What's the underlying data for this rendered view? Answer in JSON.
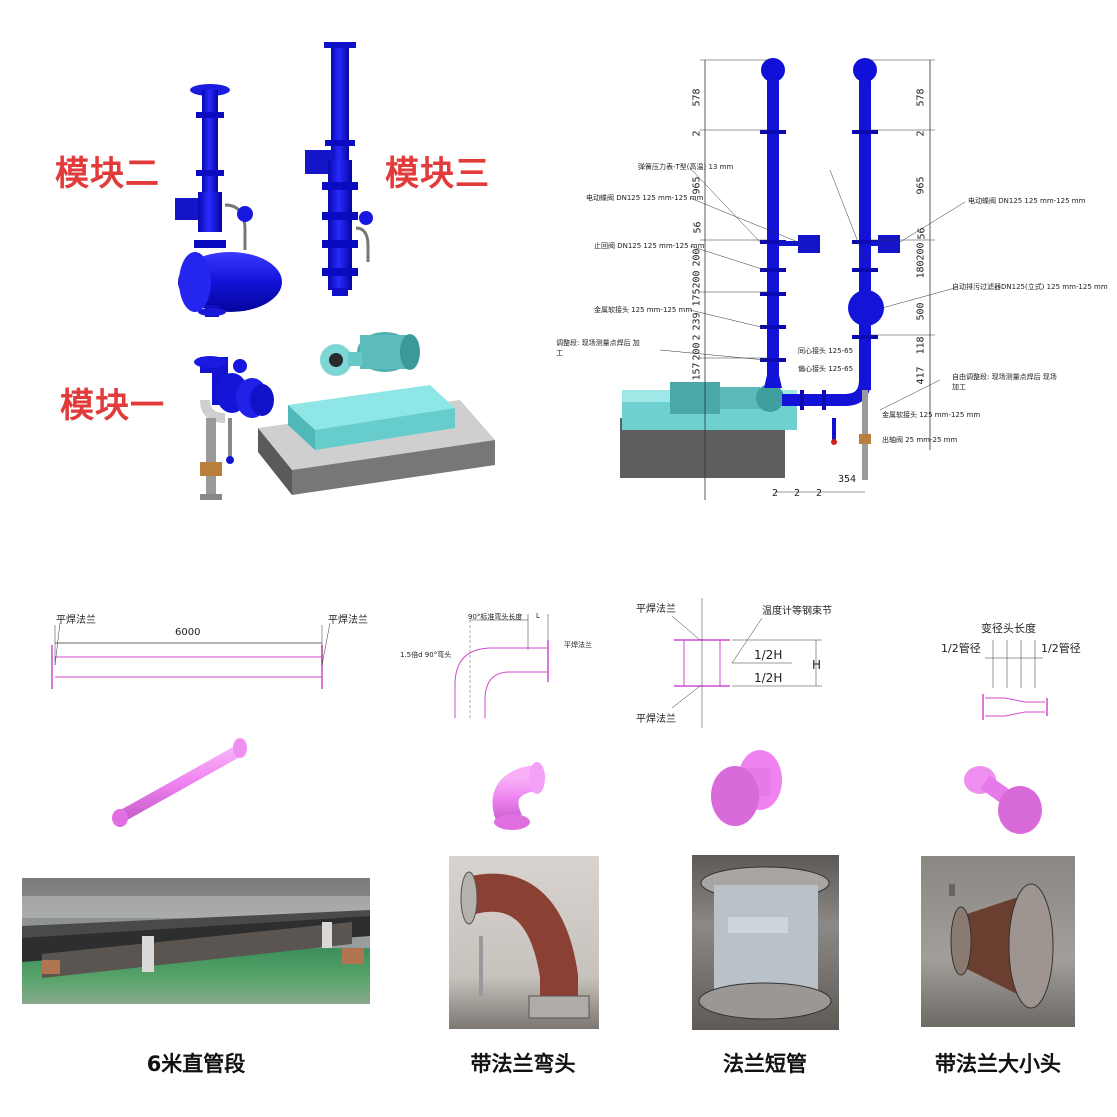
{
  "modules": {
    "m2": "模块二",
    "m3": "模块三",
    "m1": "模块一"
  },
  "drawing": {
    "dims_left": [
      "578",
      "2",
      "965",
      "56",
      "200",
      "200",
      "175",
      "239",
      "2",
      "200",
      "157"
    ],
    "dims_right": [
      "578",
      "2",
      "965",
      "56",
      "200",
      "180",
      "500",
      "118",
      "417"
    ],
    "dims_bottom": [
      "354",
      "2",
      "2",
      "2"
    ],
    "callouts": {
      "c1": "弹簧压力表-T型(高温) 13 mm",
      "c2": "电动蝶阀 DN125 125 mm-125 mm",
      "c3": "止回阀 DN125 125 mm-125 mm",
      "c4": "金属软接头 125 mm-125 mm",
      "c5": "调整段: 现场测量点焊后 加工",
      "c6": "电动蝶阀 DN125 125 mm-125 mm",
      "c7": "自动排污过滤器DN125(立式) 125 mm-125 mm",
      "c8": "同心接头 125-65",
      "c9": "偏心接头 125-65",
      "c10": "自由调整段: 现场测量点焊后 现场加工",
      "c11": "金属软接头 125 mm-125 mm",
      "c12": "出轴阀 25 mm-25 mm"
    }
  },
  "parts": {
    "straight": {
      "flange_left": "平焊法兰",
      "flange_right": "平焊法兰",
      "length": "6000",
      "caption": "6米直管段"
    },
    "elbow": {
      "top_label": "90°标准弯头长度",
      "l_label": "L",
      "left_label": "1.5倍d 90°弯头",
      "right_label": "平焊法兰",
      "caption": "带法兰弯头"
    },
    "spool": {
      "top_left": "平焊法兰",
      "top_right": "温度计等钢束节",
      "half1": "1/2H",
      "half2": "1/2H",
      "h": "H",
      "bottom_left": "平焊法兰",
      "caption": "法兰短管"
    },
    "reducer": {
      "title": "变径头长度",
      "left": "1/2管径",
      "right": "1/2管径",
      "caption": "带法兰大小头"
    }
  },
  "colors": {
    "pipe_blue": "#1010d8",
    "label_red": "#e23b3b",
    "base_cyan": "#7fdcdc",
    "concrete": "#6f6f6f",
    "part_pink": "#ee82f0",
    "drawing_magenta": "#d04bd0"
  }
}
